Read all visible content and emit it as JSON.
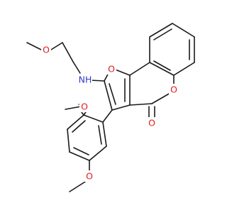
{
  "molecule": {
    "colors": {
      "bond": "#1a1a1a",
      "oxygen": "#e31a1c",
      "nitrogen": "#2f39d0"
    },
    "atom_labels": {
      "o_methoxyethyl": "O",
      "nh": "NH",
      "o_furan": "O",
      "o_chromenone_ring": "O",
      "o_carbonyl": "O",
      "o_methoxy_2": "O",
      "o_methoxy_5": "O"
    }
  }
}
